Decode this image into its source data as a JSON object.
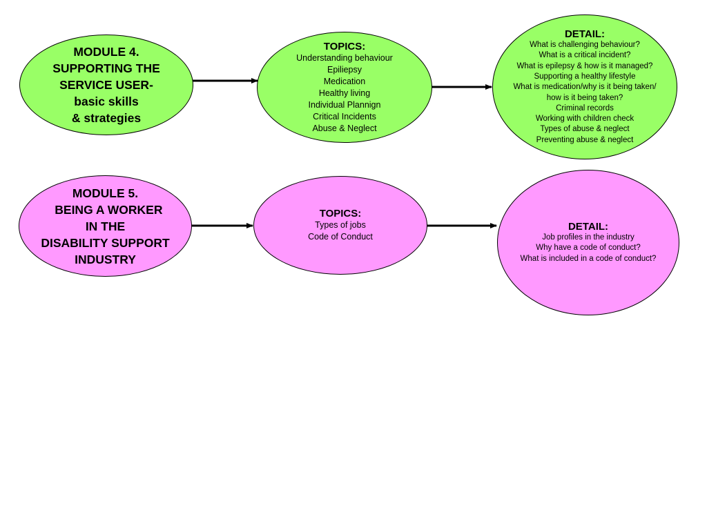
{
  "colors": {
    "green": "#99ff66",
    "pink": "#ff99ff",
    "outline": "#000000"
  },
  "module4": {
    "title": "MODULE 4.\nSUPPORTING THE\nSERVICE USER-\nbasic skills\n& strategies",
    "topics": {
      "heading": "TOPICS:",
      "items": [
        "Understanding behaviour",
        "Epiliepsy",
        "Medication",
        "Healthy living",
        "Individual Plannign",
        "Critical Incidents",
        "Abuse & Neglect"
      ]
    },
    "detail": {
      "heading": "DETAIL:",
      "items": [
        "What is challenging behaviour?",
        "What is a critical incident?",
        "What is epilepsy & how is it managed?",
        "Supporting a healthy lifestyle",
        "What is medication/why is it being taken/",
        "how is it being taken?",
        "Criminal records",
        "Working with children check",
        "Types of abuse & neglect",
        "Preventing abuse & neglect"
      ]
    }
  },
  "module5": {
    "title": "MODULE 5.\n  BEING A WORKER\nIN THE\nDISABILITY SUPPORT\nINDUSTRY",
    "topics": {
      "heading": "TOPICS:",
      "items": [
        "Types of jobs",
        "Code of Conduct"
      ]
    },
    "detail": {
      "heading": "DETAIL:",
      "items": [
        "Job profiles in the industry",
        "Why have a code of conduct?",
        "What is included in a code of conduct?"
      ]
    }
  }
}
